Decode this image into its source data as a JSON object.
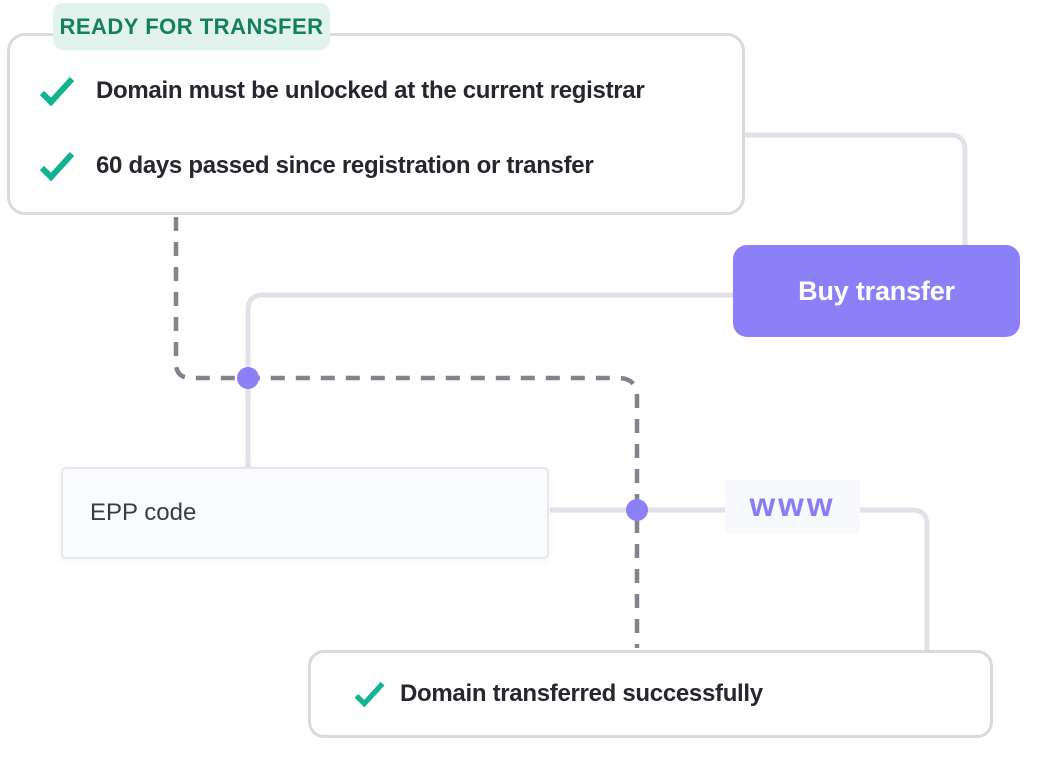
{
  "ready_box": {
    "badge": "READY FOR TRANSFER",
    "items": [
      "Domain must be unlocked at the current registrar",
      "60 days passed since registration or transfer"
    ]
  },
  "buy_button": {
    "label": "Buy transfer"
  },
  "epp_field": {
    "placeholder": "EPP code"
  },
  "www_label": {
    "text": "www"
  },
  "success_box": {
    "text": "Domain transferred successfully"
  },
  "colors": {
    "accent_purple": "#8b80f8",
    "button_text": "#ffffff",
    "badge_bg": "#e2f3ed",
    "badge_text": "#15805f",
    "check_teal": "#14b390",
    "text_dark": "#26272c",
    "box_border": "#d9dade",
    "line_solid": "#e1e1e7",
    "line_dashed": "#83838e",
    "input_bg": "#fafbfe",
    "input_border": "#e7e8ee",
    "input_text": "#3a3c42",
    "www_bg": "#f8f9fd",
    "www_text": "#8a7cf5"
  }
}
